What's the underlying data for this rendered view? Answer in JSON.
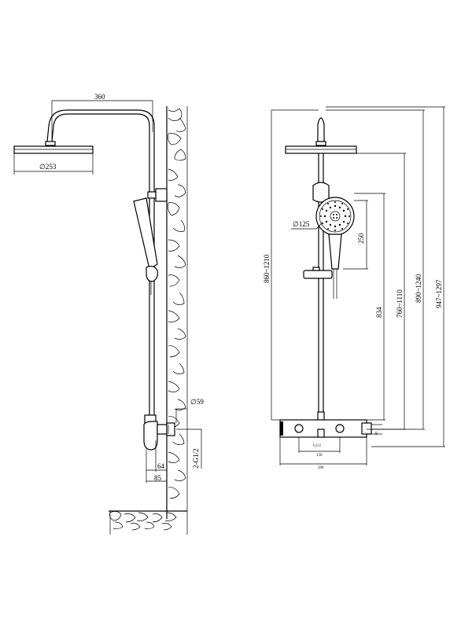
{
  "side_view": {
    "dim_arm_length": "360",
    "dim_head_diameter": "∅253",
    "dim_outlet_diameter": "∅59",
    "dim_inlet_thread": "2-G1/2",
    "dim_64": "64",
    "dim_85": "85"
  },
  "front_view": {
    "dim_handset_diameter": "∅125",
    "dim_handset_length": "250",
    "dim_height_860_1210": "860~1210",
    "dim_height_834": "834",
    "dim_height_760_1110": "760~1110",
    "dim_height_890_1240": "890~1240",
    "dim_height_947_1297": "947~1297",
    "dim_thread_g12": "G1/2",
    "dim_150": "150",
    "dim_290": "290",
    "dim_30": "30"
  }
}
